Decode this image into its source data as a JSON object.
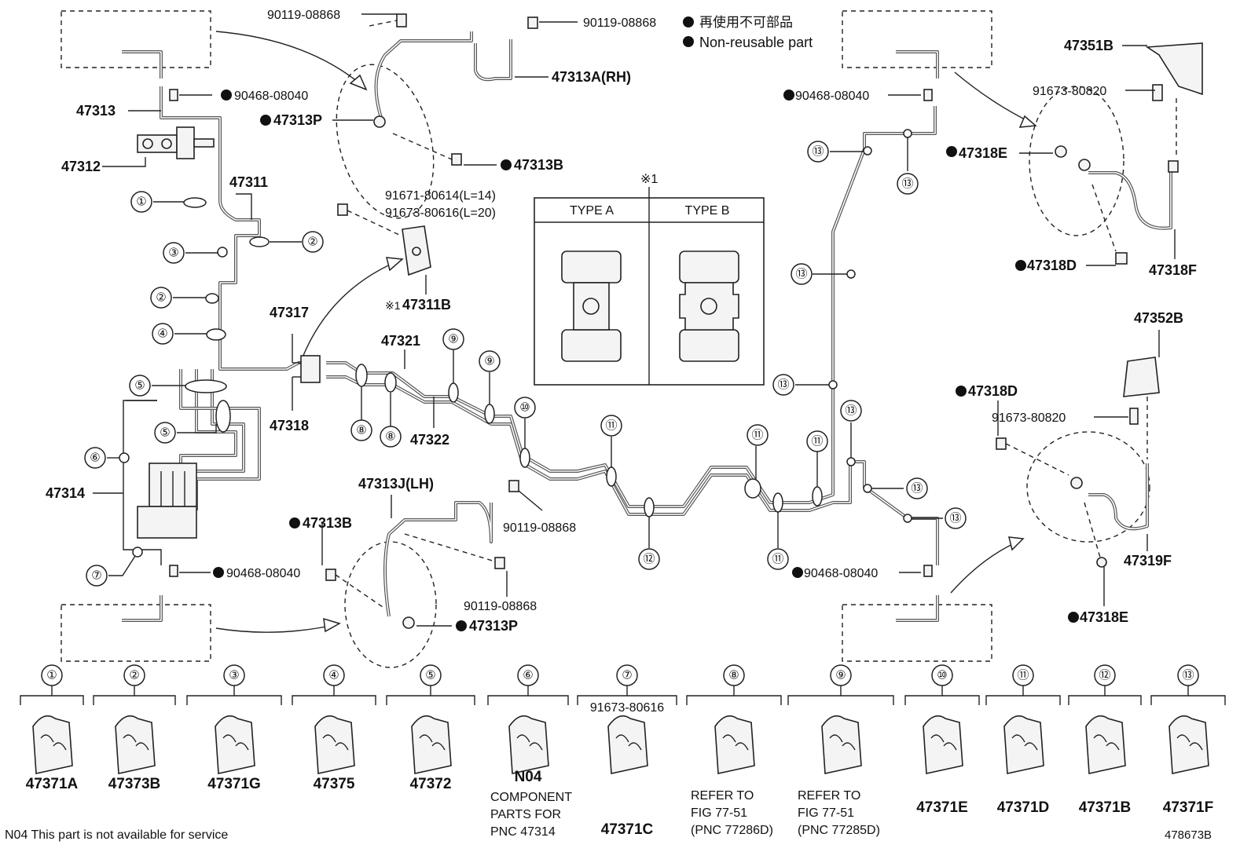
{
  "legend": {
    "jp": "再使用不可部品",
    "en": "Non-reusable part"
  },
  "type_box": {
    "note": "※1",
    "type_a": "TYPE A",
    "type_b": "TYPE B"
  },
  "top_left": {
    "p_47313": "47313",
    "p_47312": "47312",
    "p_47311": "47311",
    "p_90468_a": "90468-08040",
    "p_90119_a": "90119-08868",
    "p_90119_b": "90119-08868",
    "p_47313A": "47313A(RH)",
    "p_47313P_top": "47313P",
    "p_47313B_top": "47313B",
    "p_91671": "91671-80614(L=14)",
    "p_91673_a": "91673-80616(L=20)",
    "p_47311B": "47311B",
    "note_1": "※1",
    "p_47317": "47317",
    "p_47318": "47318",
    "p_47321": "47321",
    "p_47322": "47322",
    "p_47314": "47314",
    "p_90468_b": "90468-08040",
    "p_47313J": "47313J(LH)",
    "p_47313B_bot": "47313B",
    "p_90119_c": "90119-08868",
    "p_90119_d": "90119-08868",
    "p_47313P_bot": "47313P"
  },
  "right_side": {
    "p_47351B": "47351B",
    "p_91673_b": "91673-80820",
    "p_90468_c": "90468-08040",
    "p_47318E_top": "47318E",
    "p_47318D_top": "47318D",
    "p_47318F": "47318F",
    "p_47352B": "47352B",
    "p_47318D_bot": "47318D",
    "p_91673_c": "91673-80820",
    "p_47319F": "47319F",
    "p_47318E_bot": "47318E",
    "p_90468_d": "90468-08040"
  },
  "callouts": [
    "①",
    "②",
    "③",
    "④",
    "⑤",
    "⑥",
    "⑦",
    "⑧",
    "⑨",
    "⑩",
    "⑪",
    "⑫",
    "⑬"
  ],
  "clamp_table": [
    {
      "num": "①",
      "part": "47371A"
    },
    {
      "num": "②",
      "part": "47373B"
    },
    {
      "num": "③",
      "part": "47371G"
    },
    {
      "num": "④",
      "part": "47375"
    },
    {
      "num": "⑤",
      "part": "47372"
    },
    {
      "num": "⑥",
      "part": "N04",
      "note1": "COMPONENT",
      "note2": "PARTS FOR",
      "note3": "PNC 47314"
    },
    {
      "num": "⑦",
      "part": "47371C",
      "bolt": "91673-80616"
    },
    {
      "num": "⑧",
      "part": "",
      "note1": "REFER TO",
      "note2": "FIG 77-51",
      "note3": "(PNC 77286D)"
    },
    {
      "num": "⑨",
      "part": "",
      "note1": "REFER TO",
      "note2": "FIG 77-51",
      "note3": "(PNC 77285D)"
    },
    {
      "num": "⑩",
      "part": "47371E"
    },
    {
      "num": "⑪",
      "part": "47371D"
    },
    {
      "num": "⑫",
      "part": "47371B"
    },
    {
      "num": "⑬",
      "part": "47371F"
    }
  ],
  "footer": {
    "note": "N04 This part is not available for service",
    "code": "478673B"
  },
  "colors": {
    "line": "#222222",
    "tube": "#555555",
    "background": "#ffffff"
  }
}
